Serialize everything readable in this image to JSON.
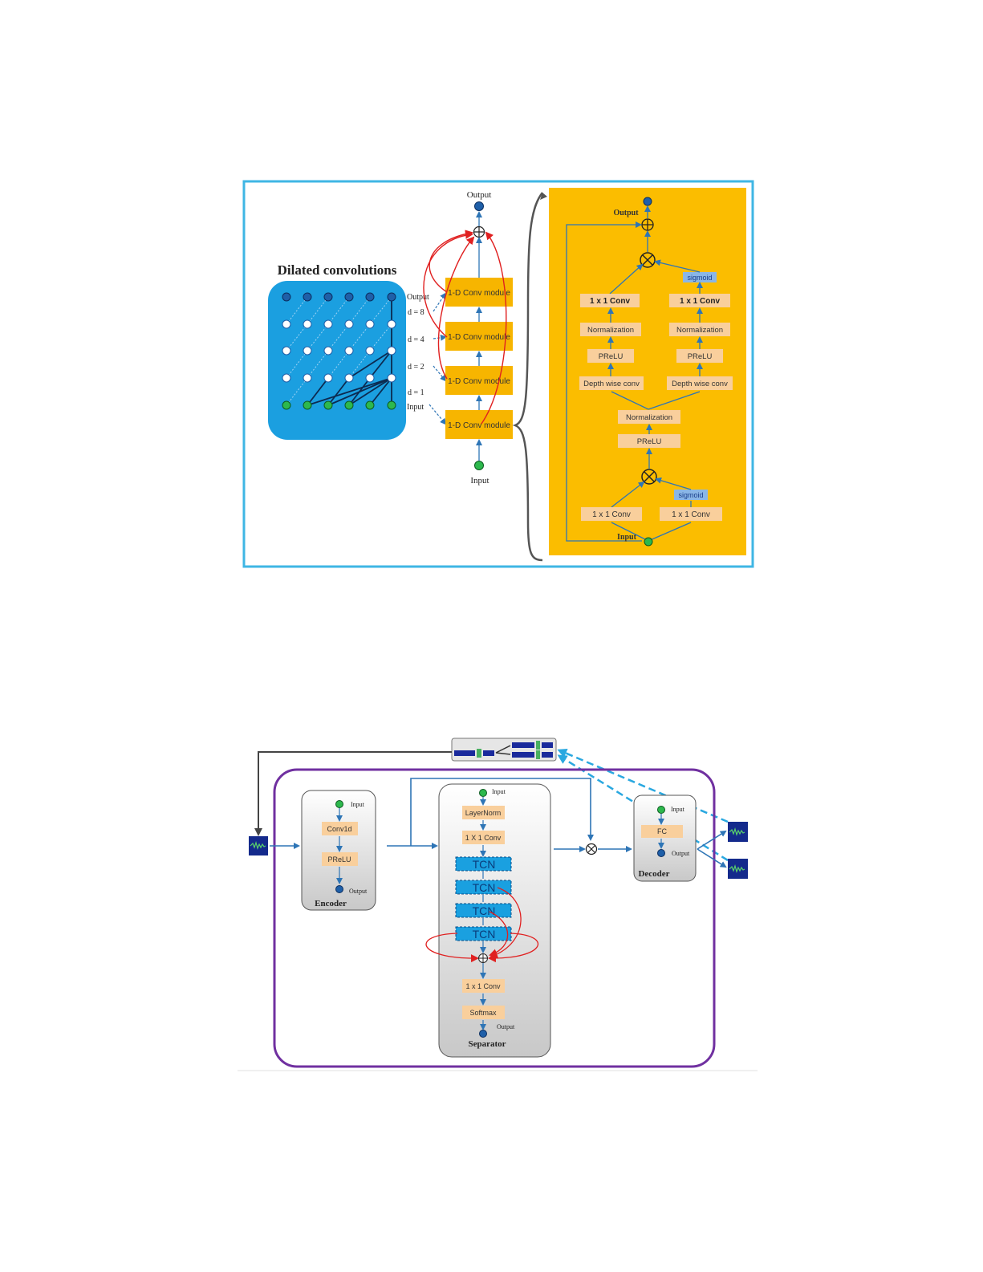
{
  "figure_top": {
    "dilated": {
      "title": "Dilated convolutions",
      "output_label": "Output",
      "input_label": "Input",
      "dilations": [
        "d = 8",
        "d = 4",
        "d = 2",
        "d = 1"
      ]
    },
    "stack": {
      "output_label": "Output",
      "input_label": "Input",
      "modules": [
        "1-D Conv module",
        "1-D Conv module",
        "1-D Conv module",
        "1-D Conv module"
      ]
    },
    "detail": {
      "output_label": "Output",
      "input_label": "Input",
      "sigmoid_top": "sigmoid",
      "sigmoid_bottom": "sigmoid",
      "conv_top_left": "1 x 1 Conv",
      "conv_top_right": "1 x 1 Conv",
      "norm_left": "Normalization",
      "norm_right": "Normalization",
      "prelu_left": "PReLU",
      "prelu_right": "PReLU",
      "dw_left": "Depth wise conv",
      "dw_right": "Depth wise conv",
      "norm_mid": "Normalization",
      "prelu_mid": "PReLU",
      "conv_bottom_left": "1 x 1 Conv",
      "conv_bottom_right": "1 x 1 Conv"
    },
    "colors": {
      "border": "#3fb6e4",
      "dilated_bg": "#1b9fe0",
      "module": "#f7b500",
      "detail_bg": "#fbbd00",
      "block": "#f9cf9c",
      "sigmoid": "#8ab6e6"
    }
  },
  "figure_bottom": {
    "encoder": {
      "title": "Encoder",
      "input_label": "Input",
      "output_label": "Output",
      "blocks": [
        "Conv1d",
        "PReLU"
      ]
    },
    "separator": {
      "title": "Separator",
      "input_label": "Input",
      "output_label": "Output",
      "layernorm": "LayerNorm",
      "conv_in": "1 X 1 Conv",
      "tcn": [
        "TCN",
        "TCN",
        "TCN",
        "TCN"
      ],
      "conv_out": "1 x 1 Conv",
      "softmax": "Softmax"
    },
    "decoder": {
      "title": "Decoder",
      "input_label": "Input",
      "output_label": "Output",
      "block": "FC"
    },
    "colors": {
      "frame": "#7030a0",
      "block": "#f9cf9c",
      "tcn": "#1aa0e0",
      "arrow": "#2e75b6",
      "waveform_bg": "#142a8c"
    }
  }
}
